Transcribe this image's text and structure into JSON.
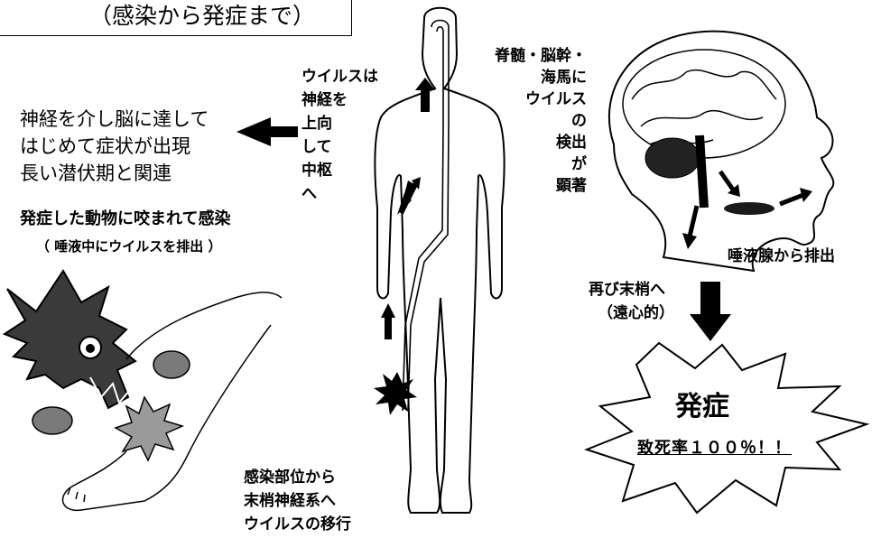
{
  "title_box": {
    "text": "（感染から発症まで）"
  },
  "left": {
    "symptom_lines": [
      "神経を介し脳に達して",
      "はじめて症状が出現",
      "長い潜伏期と関連"
    ],
    "bite_main": "発症した動物に咬まれて感染",
    "bite_sub": "（ 唾液中にウイルスを排出 ）"
  },
  "center": {
    "ascend_lines": [
      "ウイルスは",
      "神経を",
      "上向",
      "して",
      "中枢",
      "へ"
    ],
    "infection_lines": [
      "感染部位から",
      "末梢神経系へ",
      "ウイルスの移行"
    ]
  },
  "right": {
    "detect_lines": [
      "脊髄・脳幹・",
      "海馬に",
      "ウイルス",
      "の",
      "検出",
      "が",
      "顕著"
    ],
    "saliva_label": "唾液腺から排出",
    "peripheral_lines": [
      "再び末梢へ",
      "（遠心的）"
    ],
    "onset_title": "発症",
    "fatality": "致死率１００％！！"
  },
  "colors": {
    "ink": "#000000",
    "burst_fill": "#9a9a9a",
    "dark_fill": "#1a1a1a"
  },
  "icons": [
    "arrow-left-icon",
    "arrow-up-icon",
    "arrow-down-icon",
    "starburst-icon",
    "brain-icon",
    "wolf-icon",
    "human-body-icon"
  ]
}
